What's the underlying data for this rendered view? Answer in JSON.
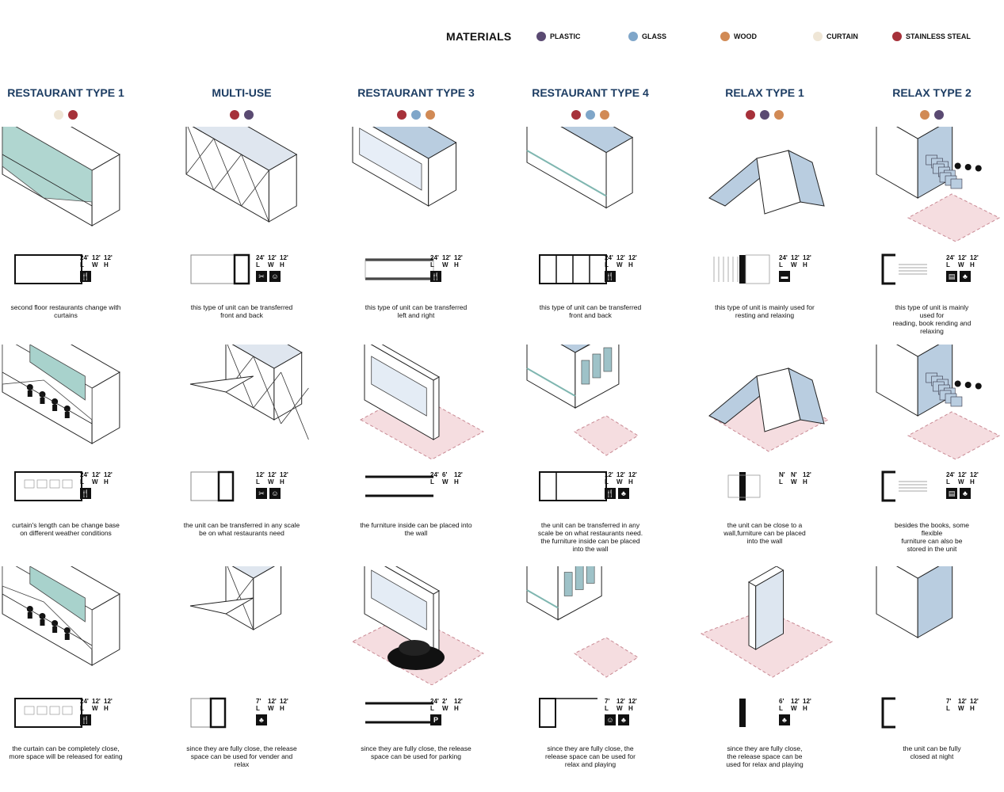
{
  "legend": {
    "title": "MATERIALS",
    "items": [
      {
        "label": "PLASTIC",
        "color": "#5a4a72"
      },
      {
        "label": "GLASS",
        "color": "#7fa6c9"
      },
      {
        "label": "WOOD",
        "color": "#d18a55"
      },
      {
        "label": "CURTAIN",
        "color": "#efe6d6"
      },
      {
        "label": "STAINLESS STEAL",
        "color": "#a6313a"
      }
    ]
  },
  "colors": {
    "plastic": "#5a4a72",
    "glass": "#7fa6c9",
    "wood": "#d18a55",
    "curtain": "#efe6d6",
    "steel": "#a6313a",
    "title": "#1d3d63",
    "curtain_fill": "#a8d2cc",
    "glass_fill": "#b9cde0",
    "ground": "#f5dde0"
  },
  "columns": [
    {
      "title": "RESTAURANT TYPE 1",
      "materials": [
        "curtain",
        "steel"
      ],
      "rows": [
        {
          "dims": [
            "24'",
            "12'",
            "12'"
          ],
          "icons": [
            "fork-knife-icon"
          ],
          "caption": [
            "second floor restaurants change with",
            "curtains"
          ]
        },
        {
          "dims": [
            "24'",
            "12'",
            "12'"
          ],
          "icons": [
            "fork-knife-icon"
          ],
          "caption": [
            "curtain's length can be change base",
            "on different weather conditions"
          ]
        },
        {
          "dims": [
            "24'",
            "12'",
            "12'"
          ],
          "icons": [
            "fork-knife-icon"
          ],
          "caption": [
            "the curtain can be completely close,",
            "more space will be released for eating"
          ]
        }
      ]
    },
    {
      "title": "MULTI-USE",
      "materials": [
        "steel",
        "plastic"
      ],
      "rows": [
        {
          "dims": [
            "24'",
            "12'",
            "12'"
          ],
          "icons": [
            "tools-icon",
            "dancer-icon"
          ],
          "caption": [
            "this type of unit can be transferred",
            "front and back"
          ]
        },
        {
          "dims": [
            "12'",
            "12'",
            "12'"
          ],
          "icons": [
            "tools-icon",
            "dancer-icon"
          ],
          "caption": [
            "the unit can be transferred in any scale",
            "be on what restaurants need"
          ]
        },
        {
          "dims": [
            "7'",
            "12'",
            "12'"
          ],
          "icons": [
            "vendor-icon"
          ],
          "caption": [
            "since they are fully close, the release",
            "space can be used for vender and",
            "relax"
          ]
        }
      ]
    },
    {
      "title": "RESTAURANT TYPE 3",
      "materials": [
        "steel",
        "glass",
        "wood"
      ],
      "rows": [
        {
          "dims": [
            "24'",
            "12'",
            "12'"
          ],
          "icons": [
            "fork-knife-icon"
          ],
          "caption": [
            "this type of unit can be transferred",
            "left and right"
          ]
        },
        {
          "dims": [
            "24'",
            "6'",
            "12'"
          ],
          "icons": [],
          "caption": [
            "the furniture inside can be placed into",
            "the wall"
          ]
        },
        {
          "dims": [
            "24'",
            "2'",
            "12'"
          ],
          "icons": [
            "parking-icon"
          ],
          "caption": [
            "since they are fully close, the release",
            "space can be used for parking"
          ]
        }
      ]
    },
    {
      "title": "RESTAURANT TYPE 4",
      "materials": [
        "steel",
        "glass",
        "wood"
      ],
      "rows": [
        {
          "dims": [
            "24'",
            "12'",
            "12'"
          ],
          "icons": [
            "fork-knife-icon"
          ],
          "caption": [
            "this type of unit can be transferred",
            "front and back"
          ]
        },
        {
          "dims": [
            "12'",
            "12'",
            "12'"
          ],
          "icons": [
            "fork-knife-icon",
            "vendor-icon"
          ],
          "caption": [
            "the unit can be transferred in any",
            "scale be on what restaurants need.",
            "the furniture inside can be placed",
            "into the wall"
          ]
        },
        {
          "dims": [
            "7'",
            "12'",
            "12'"
          ],
          "icons": [
            "dancer-icon",
            "vendor-icon"
          ],
          "caption": [
            "since they are fully close, the",
            "release space can be used for",
            "relax and playing"
          ]
        }
      ]
    },
    {
      "title": "RELAX TYPE 1",
      "materials": [
        "steel",
        "plastic",
        "wood"
      ],
      "rows": [
        {
          "dims": [
            "24'",
            "12'",
            "12'"
          ],
          "icons": [
            "bed-icon"
          ],
          "caption": [
            "this type of unit is mainly used for",
            "resting and relaxing"
          ]
        },
        {
          "dims": [
            "N'",
            "N'",
            "12'"
          ],
          "icons": [],
          "caption": [
            "the unit can be close to a",
            "wall,furniture can be placed",
            "into the wall"
          ]
        },
        {
          "dims": [
            "6'",
            "12'",
            "12'"
          ],
          "icons": [
            "vendor-icon"
          ],
          "caption": [
            "since they are fully close,",
            "the release space can be",
            "used for relax and playing"
          ]
        }
      ]
    },
    {
      "title": "RELAX TYPE 2",
      "materials": [
        "wood",
        "plastic"
      ],
      "rows": [
        {
          "dims": [
            "24'",
            "12'",
            "12'"
          ],
          "icons": [
            "book-icon",
            "vendor-icon"
          ],
          "caption": [
            "this type of unit is mainly",
            "used for",
            "reading, book rending and",
            "relaxing"
          ]
        },
        {
          "dims": [
            "24'",
            "12'",
            "12'"
          ],
          "icons": [
            "book-icon",
            "vendor-icon"
          ],
          "caption": [
            "besides the books, some",
            "flexible",
            "furniture can also be",
            "stored in the unit"
          ]
        },
        {
          "dims": [
            "7'",
            "12'",
            "12'"
          ],
          "icons": [],
          "caption": [
            "the unit can be fully",
            "closed at night"
          ]
        }
      ]
    }
  ],
  "dim_labels": [
    "L",
    "W",
    "H"
  ]
}
